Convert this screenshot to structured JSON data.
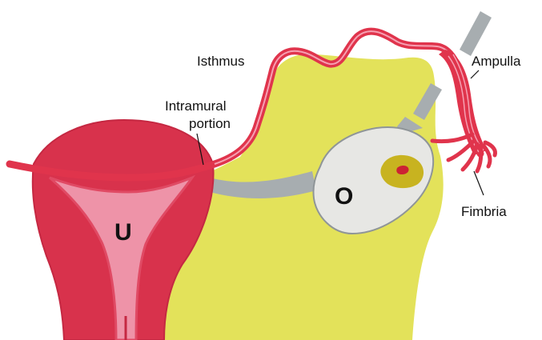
{
  "labels": {
    "isthmus": "Isthmus",
    "ampulla": "Ampulla",
    "intramural_line1": "Intramural",
    "intramural_line2": "portion",
    "fimbria": "Fimbria",
    "uterus": "U",
    "ovary": "O"
  },
  "colors": {
    "background": "#ffffff",
    "broad_ligament": "#e3e25a",
    "uterus": "#d8324c",
    "uterine_cavity": "#ee93a8",
    "tube": "#e0344c",
    "tube_stripe": "#f6a0b2",
    "ligament_gray": "#a7adb0",
    "ovary": "#e7e7e4",
    "follicle": "#c8b320",
    "corpus": "#cc2233",
    "text": "#111111"
  }
}
